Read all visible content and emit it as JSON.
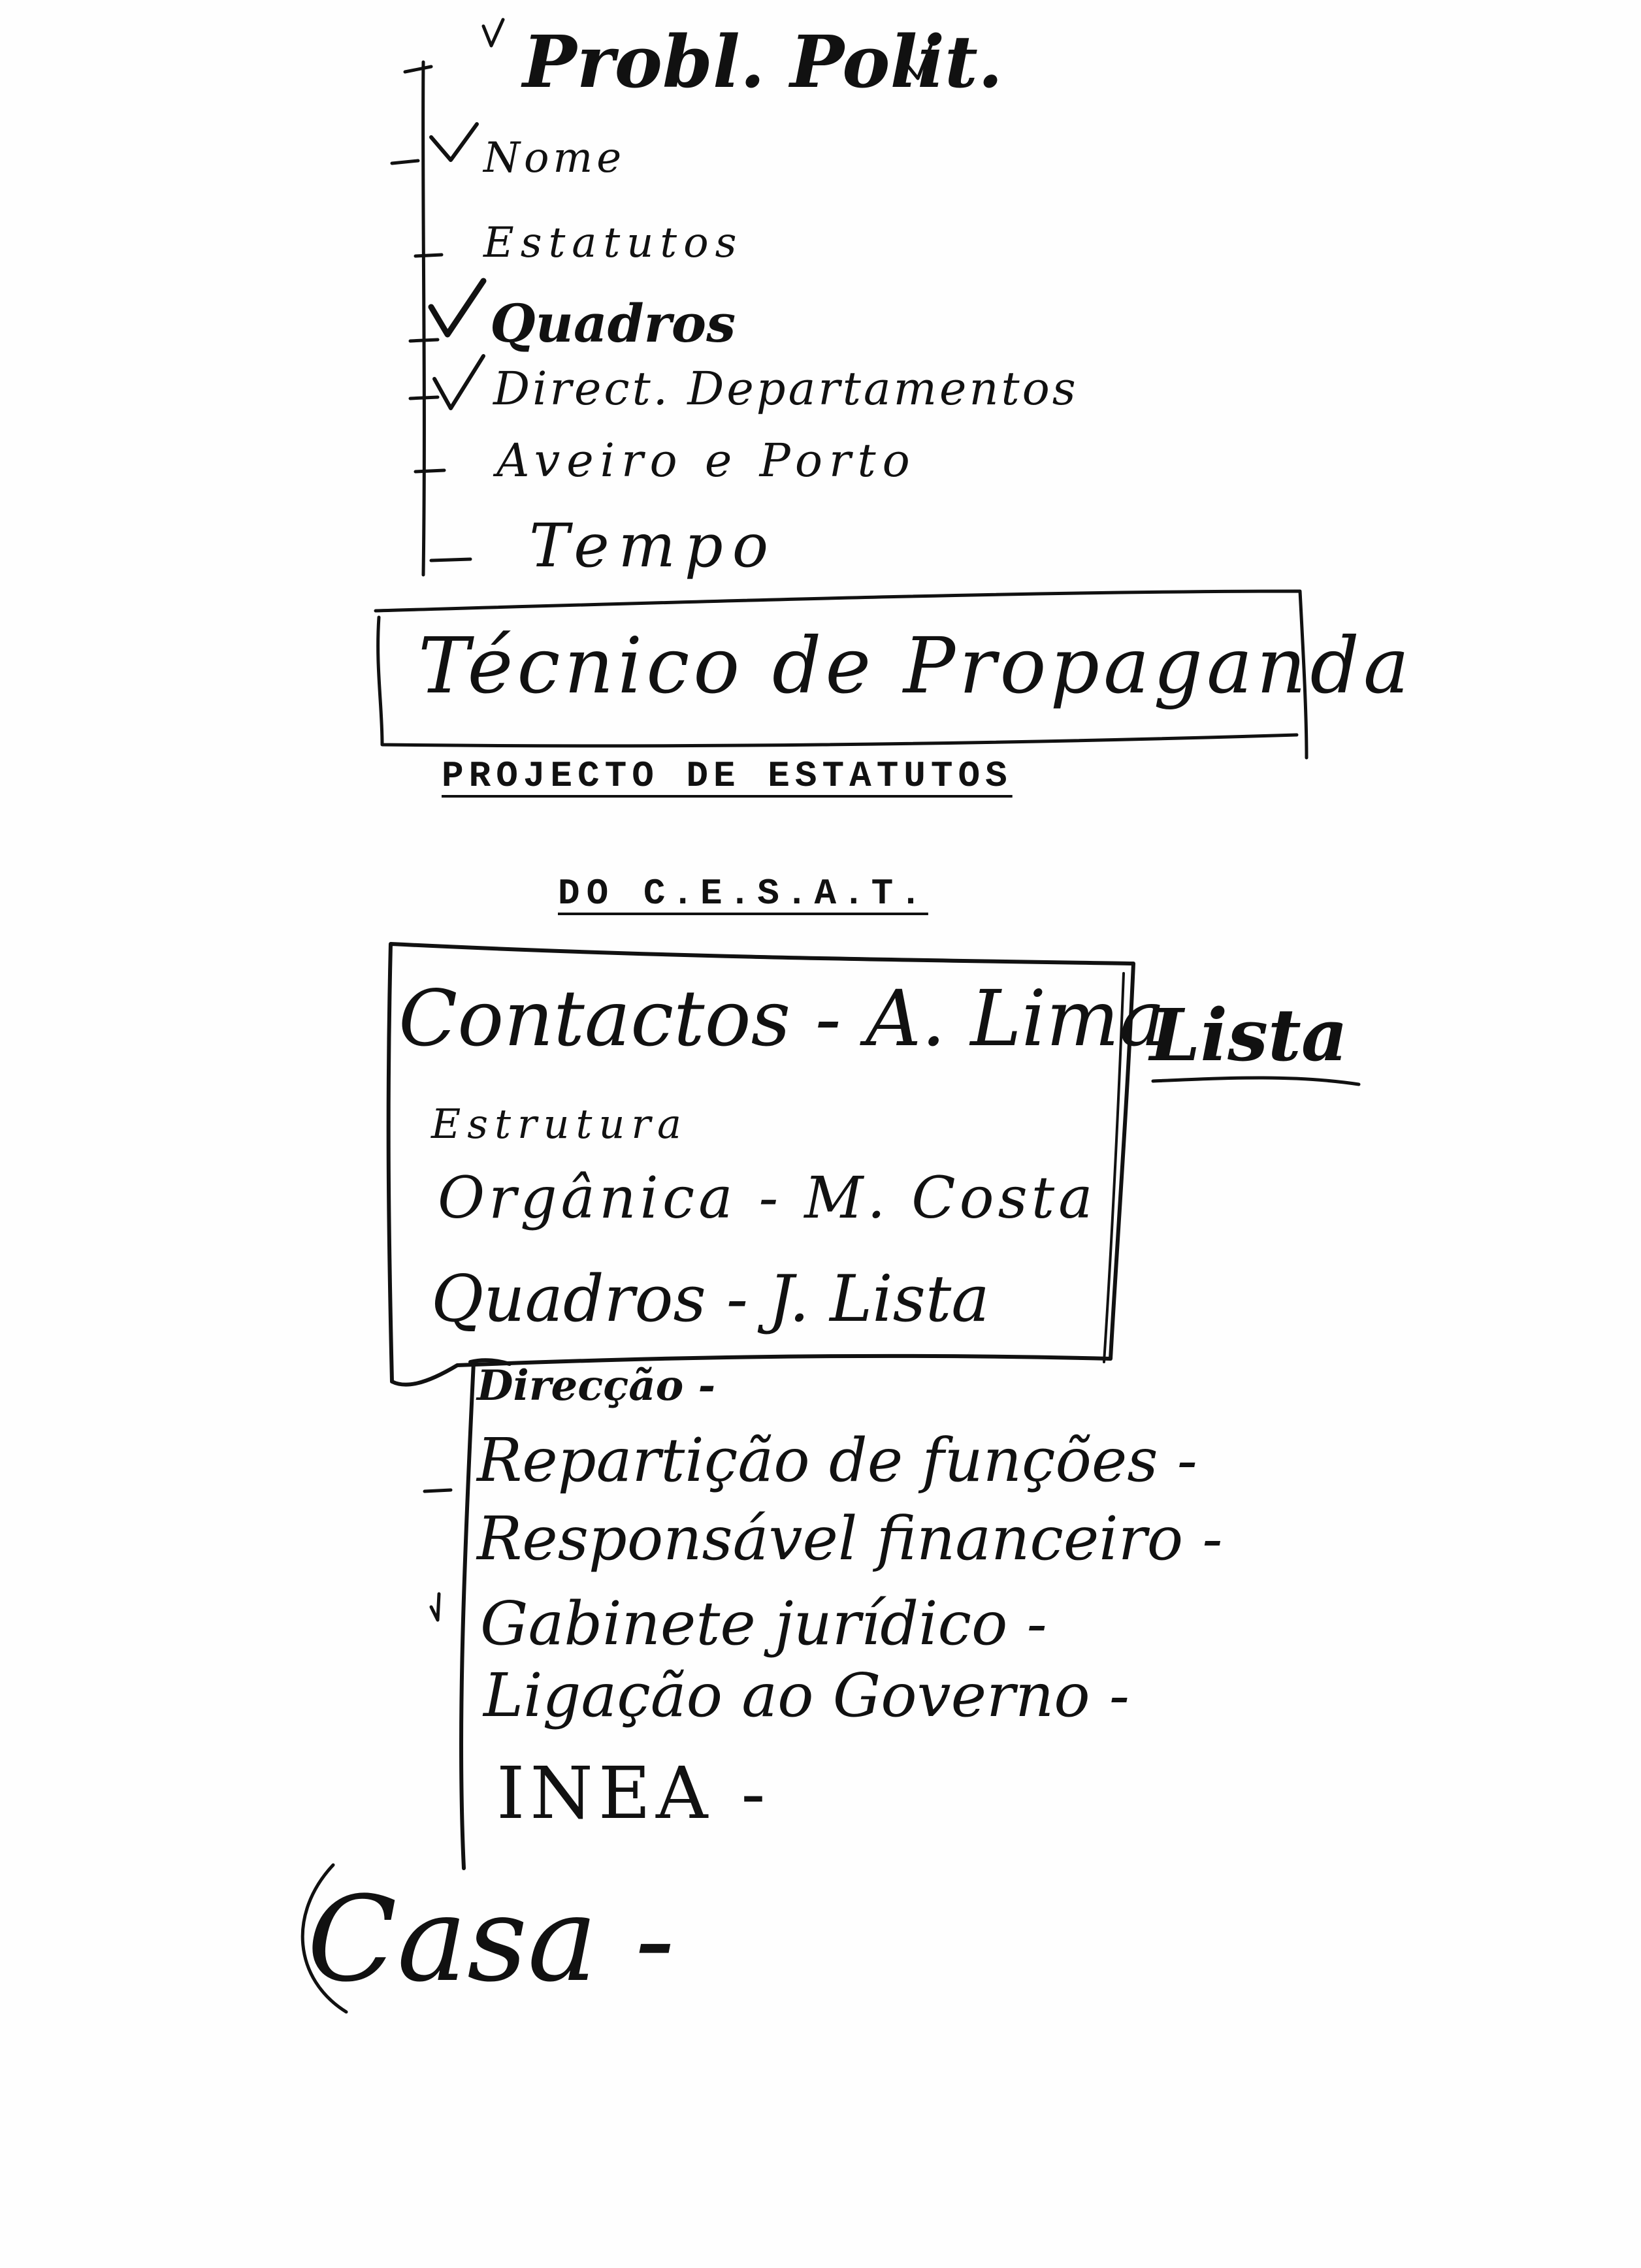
{
  "top_notes": {
    "title": "Probl. Polit.",
    "items": [
      "Nome",
      "Estatutos",
      "Quadros",
      "Direct. Departamentos",
      "Aveiro e Porto",
      "Tempo"
    ]
  },
  "boxed_note": "Técnico de Propaganda",
  "document": {
    "heading_line1": "PROJECTO DE ESTATUTOS",
    "heading_line2": "DO C.E.S.A.T."
  },
  "middle_box": {
    "lines": [
      "Contactos - A. Lima",
      "Estrutura",
      "Orgânica - M. Costa",
      "Quadros - J. Lista"
    ],
    "side_note": "Lista"
  },
  "lower_box": {
    "lines": [
      "Direcção -",
      "Repartição de funções -",
      "Responsável financeiro -",
      "Gabinete jurídico -",
      "Ligação ao Governo -",
      "INEA -"
    ]
  },
  "footer_note": "Casa -"
}
